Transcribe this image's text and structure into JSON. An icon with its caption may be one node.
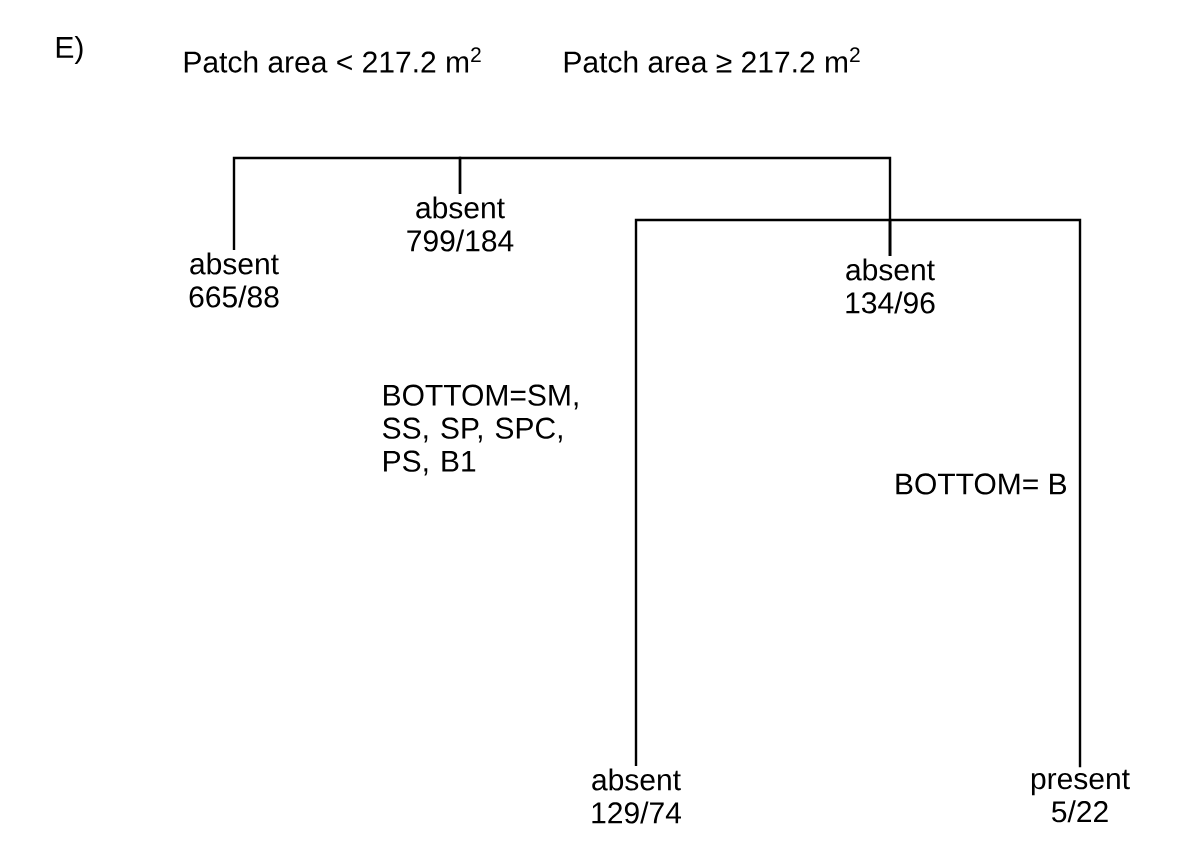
{
  "diagram": {
    "nodes": [
      {
        "text": [
          "absent",
          "799/184"
        ]
      },
      {
        "text": [
          "absent",
          "665/88"
        ]
      },
      {
        "text": [
          "absent",
          "134/96"
        ]
      },
      {
        "text": [
          "absent",
          "129/74"
        ]
      },
      {
        "text": [
          "present",
          "5/22"
        ]
      }
    ],
    "edges": [
      {
        "from": 0,
        "to": 1,
        "arrow": "none",
        "label": "Patch area < 217.2 m$^{2}$"
      },
      {
        "from": 0,
        "to": 2,
        "arrow": "none",
        "label": "Patch area ≥ 217.2 m$^{2}$"
      },
      {
        "from": 2,
        "to": 3,
        "arrow": "none",
        "label": "BOTTOM=SM, SS, SP, SPC, PS, B1"
      },
      {
        "from": 2,
        "to": 4,
        "arrow": "none",
        "label": "BOTTOM= B"
      }
    ],
    "labels": [
      "E)"
    ]
  }
}
